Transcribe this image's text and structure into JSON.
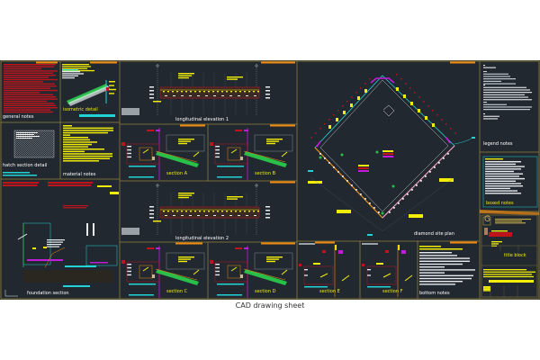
{
  "document": {
    "kind": "CAD drawing sheet",
    "background": "#212830",
    "page_background": "#ffffff"
  },
  "colors": {
    "frame": "#8a7a3a",
    "red": "#c0141c",
    "yellow": "#f2ee0a",
    "cyan": "#22d3d6",
    "white": "#e8ecef",
    "magenta": "#c21bd9",
    "orange": "#f08a10",
    "green": "#29c04a",
    "grey": "#9aa2a8",
    "purple": "#6a2a8a"
  },
  "panels": [
    {
      "id": "notes-red",
      "label": "general notes"
    },
    {
      "id": "detail-iso",
      "label": "isometric detail"
    },
    {
      "id": "hatch-detail",
      "label": "hatch section detail"
    },
    {
      "id": "notes-yellow",
      "label": "material notes"
    },
    {
      "id": "elevation-top",
      "label": "longitudinal elevation 1"
    },
    {
      "id": "section-a",
      "label": "section A"
    },
    {
      "id": "section-b",
      "label": "section B"
    },
    {
      "id": "elevation-bottom",
      "label": "longitudinal elevation 2"
    },
    {
      "id": "section-c",
      "label": "section C"
    },
    {
      "id": "section-d",
      "label": "section D"
    },
    {
      "id": "foundation-section",
      "label": "foundation section"
    },
    {
      "id": "site-plan",
      "label": "diamond site plan"
    },
    {
      "id": "section-e",
      "label": "section E"
    },
    {
      "id": "section-f",
      "label": "section F"
    },
    {
      "id": "notes-bottom",
      "label": "bottom notes"
    },
    {
      "id": "legend-notes",
      "label": "legend notes"
    },
    {
      "id": "boxed-notes",
      "label": "boxed notes"
    },
    {
      "id": "title-block",
      "label": "title block"
    }
  ],
  "title_block": {
    "logo_letter": "G"
  }
}
